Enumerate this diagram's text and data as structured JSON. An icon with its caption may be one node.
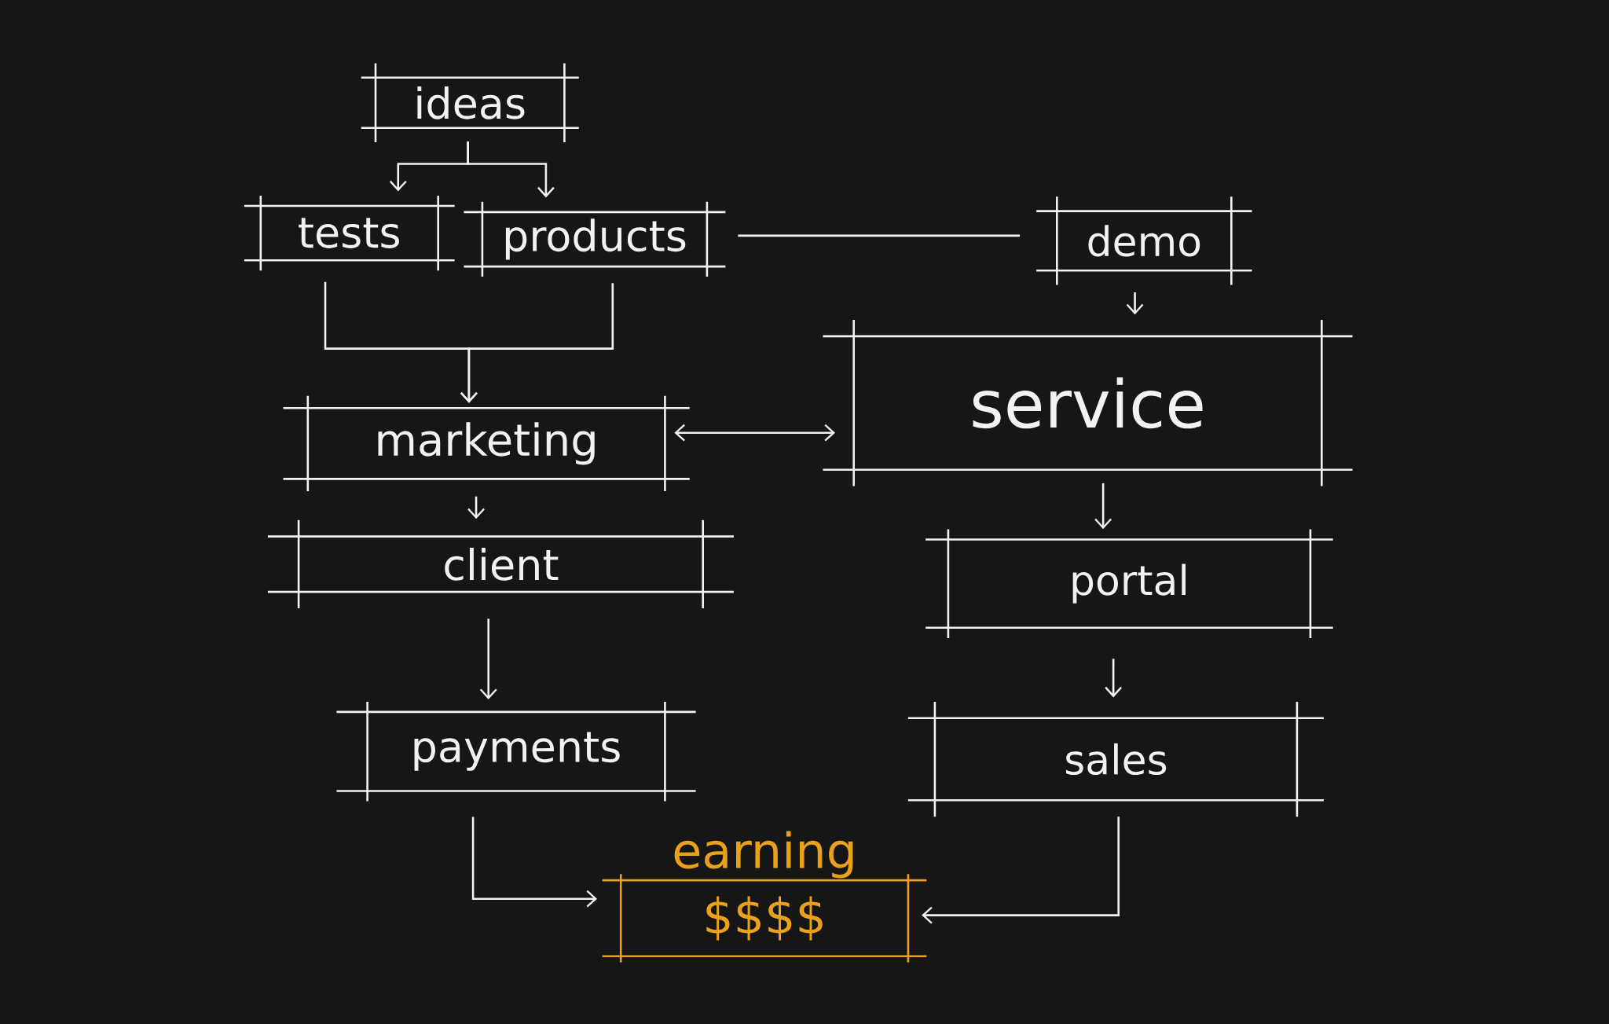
{
  "diagram": {
    "nodes": [
      {
        "text": [
          "ideas"
        ]
      },
      {
        "text": [
          "tests"
        ]
      },
      {
        "text": [
          "products"
        ]
      },
      {
        "text": [
          "demo"
        ]
      },
      {
        "text": [
          "marketing"
        ]
      },
      {
        "text": [
          "service"
        ]
      },
      {
        "text": [
          "client"
        ]
      },
      {
        "text": [
          "portal"
        ]
      },
      {
        "text": [
          "payments"
        ]
      },
      {
        "text": [
          "sales"
        ]
      },
      {
        "text": [
          "earning",
          "$$$$"
        ]
      }
    ],
    "edges": [
      {
        "from": 0,
        "to": 1,
        "arrow": "to"
      },
      {
        "from": 0,
        "to": 2,
        "arrow": "to"
      },
      {
        "from": 2,
        "to": 3,
        "arrow": "none"
      },
      {
        "from": 3,
        "to": 5,
        "arrow": "to"
      },
      {
        "from": 1,
        "to": 4,
        "arrow": "to"
      },
      {
        "from": 2,
        "to": 4,
        "arrow": "to"
      },
      {
        "from": 4,
        "to": 5,
        "arrow": "both"
      },
      {
        "from": 4,
        "to": 6,
        "arrow": "to"
      },
      {
        "from": 5,
        "to": 7,
        "arrow": "to"
      },
      {
        "from": 6,
        "to": 8,
        "arrow": "to"
      },
      {
        "from": 7,
        "to": 9,
        "arrow": "to"
      },
      {
        "from": 8,
        "to": 10,
        "arrow": "to"
      },
      {
        "from": 9,
        "to": 10,
        "arrow": "to"
      }
    ]
  }
}
